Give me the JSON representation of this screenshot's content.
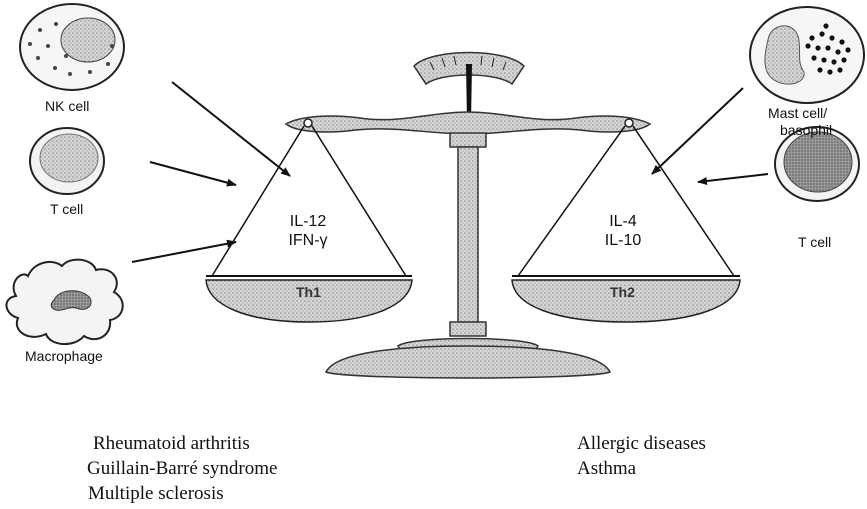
{
  "cells_left": {
    "nk": "NK cell",
    "t": "T cell",
    "macrophage": "Macrophage"
  },
  "cells_right": {
    "mast_line1": "Mast cell/",
    "mast_line2": "basophil",
    "t": "T cell"
  },
  "pans": {
    "left": {
      "line1": "IL-12",
      "line2": "IFN-γ",
      "mark": "Th1"
    },
    "right": {
      "line1": "IL-4",
      "line2": "IL-10",
      "mark": "Th2"
    }
  },
  "diseases": {
    "left": [
      "Rheumatoid arthritis",
      "Guillain-Barré syndrome",
      "Multiple sclerosis"
    ],
    "right": [
      "Allergic diseases",
      "Asthma"
    ]
  }
}
